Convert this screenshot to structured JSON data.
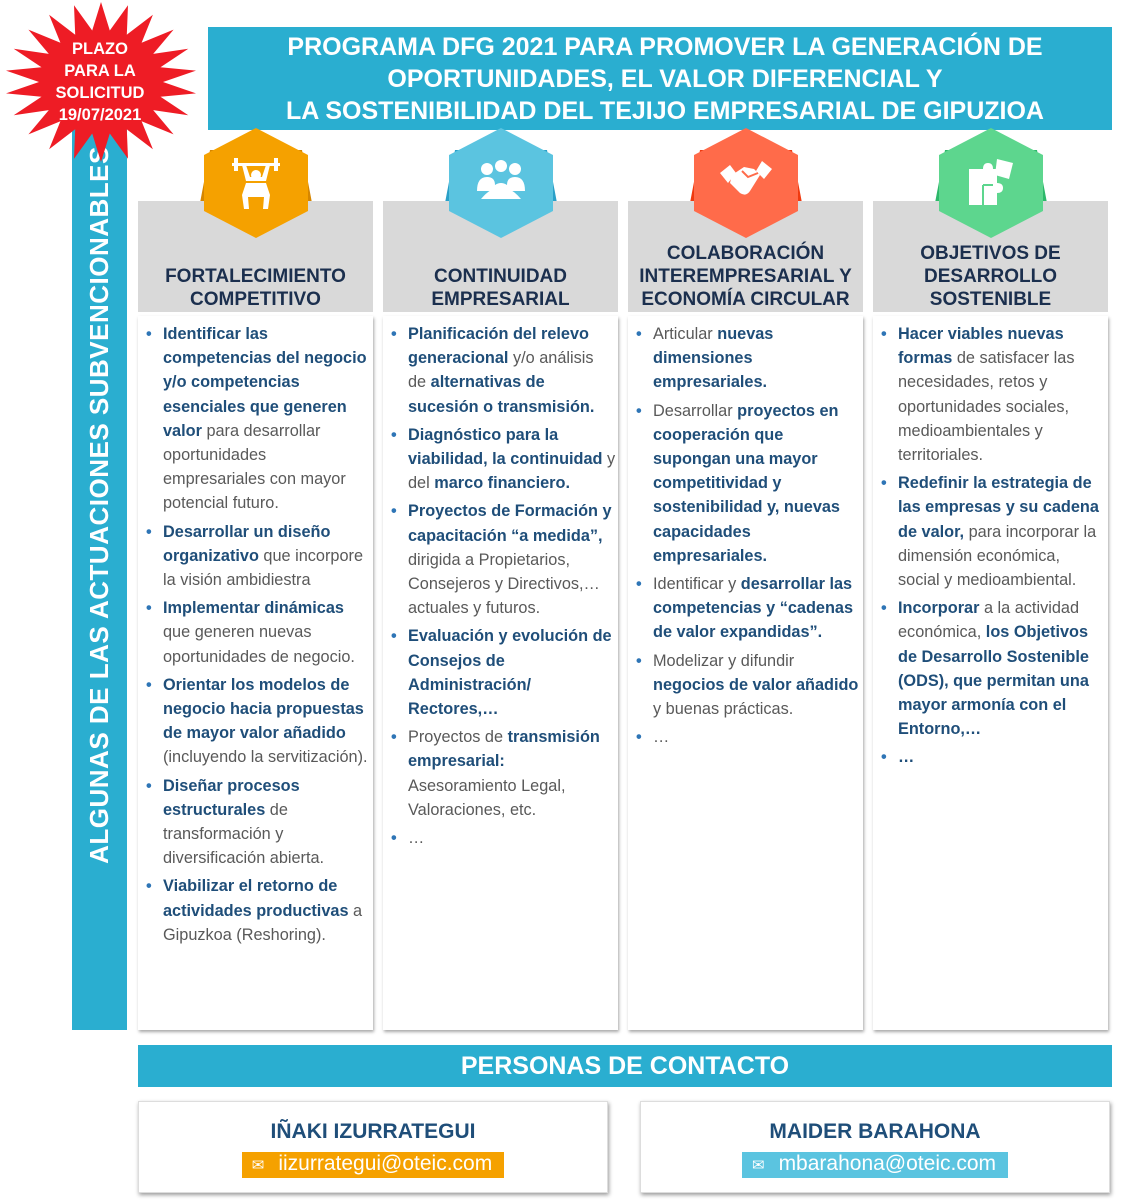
{
  "deadline": {
    "lines": [
      "PLAZO",
      "PARA LA",
      "SOLICITUD",
      "19/07/2021"
    ]
  },
  "title": {
    "lines": [
      "PROGRAMA DFG 2021 PARA PROMOVER LA GENERACIÓN DE",
      "OPORTUNIDADES, EL VALOR DIFERENCIAL Y",
      "LA SOSTENIBILIDAD DEL TEJIJO EMPRESARIAL DE GIPUZIOA"
    ]
  },
  "side_label": "ALGUNAS DE LAS ACTUACIONES  SUBVENCIONABLES",
  "colors": {
    "primary": "#2AAED0",
    "orange": "#F5A100",
    "blue": "#5BC4E0",
    "red": "#FF6B4A",
    "green": "#5DD68E",
    "deadline": "#EE1C25"
  },
  "columns": [
    {
      "icon": "weightlifter-icon",
      "color": "#F5A100",
      "dark": "#D68600",
      "title": [
        "FORTALECIMIENTO",
        "COMPETITIVO"
      ],
      "items": [
        [
          {
            "t": "Identificar  las competencias  del negocio  y/o competencias esenciales que generen valor",
            "b": true
          },
          {
            "t": " para desarrollar oportunidades empresariales con mayor potencial futuro.",
            "b": false
          }
        ],
        [
          {
            "t": "Desarrollar un diseño organizativo",
            "b": true
          },
          {
            "t": " que incorpore la visión ambidiestra",
            "b": false
          }
        ],
        [
          {
            "t": "Implementar dinámicas",
            "b": true
          },
          {
            "t": " que generen nuevas oportunidades de negocio.",
            "b": false
          }
        ],
        [
          {
            "t": "Orientar los modelos de negocio hacia propuestas de mayor valor añadido",
            "b": true
          },
          {
            "t": " (incluyendo la servitización).",
            "b": false
          }
        ],
        [
          {
            "t": "Diseñar procesos estructurales",
            "b": true
          },
          {
            "t": " de transformación y diversificación abierta.",
            "b": false
          }
        ],
        [
          {
            "t": "Viabilizar el retorno de actividades productivas",
            "b": true
          },
          {
            "t": " a Gipuzkoa (Reshoring).",
            "b": false
          }
        ]
      ]
    },
    {
      "icon": "meeting-group-icon",
      "color": "#5BC4E0",
      "dark": "#2AA0C8",
      "title": [
        "CONTINUIDAD",
        "EMPRESARIAL"
      ],
      "items": [
        [
          {
            "t": "Planificación del relevo generacional",
            "b": true
          },
          {
            "t": " y/o análisis de ",
            "b": false
          },
          {
            "t": "alternativas de sucesión o transmisión.",
            "b": true
          }
        ],
        [
          {
            "t": "Diagnóstico para la viabilidad, la continuidad",
            "b": true
          },
          {
            "t": " y del ",
            "b": false
          },
          {
            "t": "marco financiero.",
            "b": true
          }
        ],
        [
          {
            "t": "Proyectos de Formación y capacitación “a medida”,",
            "b": true
          },
          {
            "t": " dirigida a Propietarios, Consejeros y Directivos,… actuales y futuros.",
            "b": false
          }
        ],
        [
          {
            "t": "Evaluación y evolución de Consejos de Administración/ Rectores,…",
            "b": true
          }
        ],
        [
          {
            "t": "Proyectos de ",
            "b": false
          },
          {
            "t": "transmisión empresarial:",
            "b": true
          },
          {
            "t": " Asesoramiento Legal, Valoraciones, etc.",
            "b": false
          }
        ],
        [
          {
            "t": "…",
            "b": false
          }
        ]
      ]
    },
    {
      "icon": "handshake-icon",
      "color": "#FF6B4A",
      "dark": "#F03A10",
      "title": [
        "COLABORACIÓN",
        "INTEREMPRESARIAL Y",
        "ECONOMÍA CIRCULAR"
      ],
      "items": [
        [
          {
            "t": "Articular ",
            "b": false
          },
          {
            "t": "nuevas dimensiones empresariales.",
            "b": true
          }
        ],
        [
          {
            "t": "Desarrollar ",
            "b": false
          },
          {
            "t": "proyectos en cooperación que supongan una mayor competitividad y sostenibilidad y, nuevas capacidades empresariales.",
            "b": true
          }
        ],
        [
          {
            "t": "Identificar y ",
            "b": false
          },
          {
            "t": "desarrollar las competencias y “cadenas de valor expandidas”.",
            "b": true
          }
        ],
        [
          {
            "t": "Modelizar y difundir ",
            "b": false
          },
          {
            "t": "negocios de valor añadido",
            "b": true
          },
          {
            "t": " y buenas prácticas.",
            "b": false
          }
        ],
        [
          {
            "t": "…",
            "b": false
          }
        ]
      ]
    },
    {
      "icon": "puzzle-icon",
      "color": "#5DD68E",
      "dark": "#2DB86A",
      "title": [
        "OBJETIVOS DE",
        "DESARROLLO",
        "SOSTENIBLE"
      ],
      "items": [
        [
          {
            "t": "Hacer viables nuevas formas",
            "b": true
          },
          {
            "t": " de satisfacer las necesidades, retos y oportunidades sociales, medioambientales y territoriales.",
            "b": false
          }
        ],
        [
          {
            "t": "Redefinir la estrategia de las empresas y su cadena de valor,",
            "b": true
          },
          {
            "t": " para incorporar la dimensión económica, social y medioambiental.",
            "b": false
          }
        ],
        [
          {
            "t": "Incorporar",
            "b": true
          },
          {
            "t": " a la actividad económica, ",
            "b": false
          },
          {
            "t": "los Objetivos de Desarrollo Sostenible (ODS), que permitan una mayor armonía con el Entorno,…",
            "b": true
          }
        ],
        [
          {
            "t": "…",
            "b": true
          }
        ]
      ]
    }
  ],
  "contact": {
    "title": "PERSONAS DE CONTACTO",
    "people": [
      {
        "name": "IÑAKI IZURRATEGUI",
        "email": "iizurrategui@oteic.com",
        "color": "#F5A100",
        "icon": "envelope-icon"
      },
      {
        "name": "MAIDER BARAHONA",
        "email": "mbarahona@oteic.com",
        "color": "#5BC4E0",
        "icon": "envelope-icon"
      }
    ]
  }
}
